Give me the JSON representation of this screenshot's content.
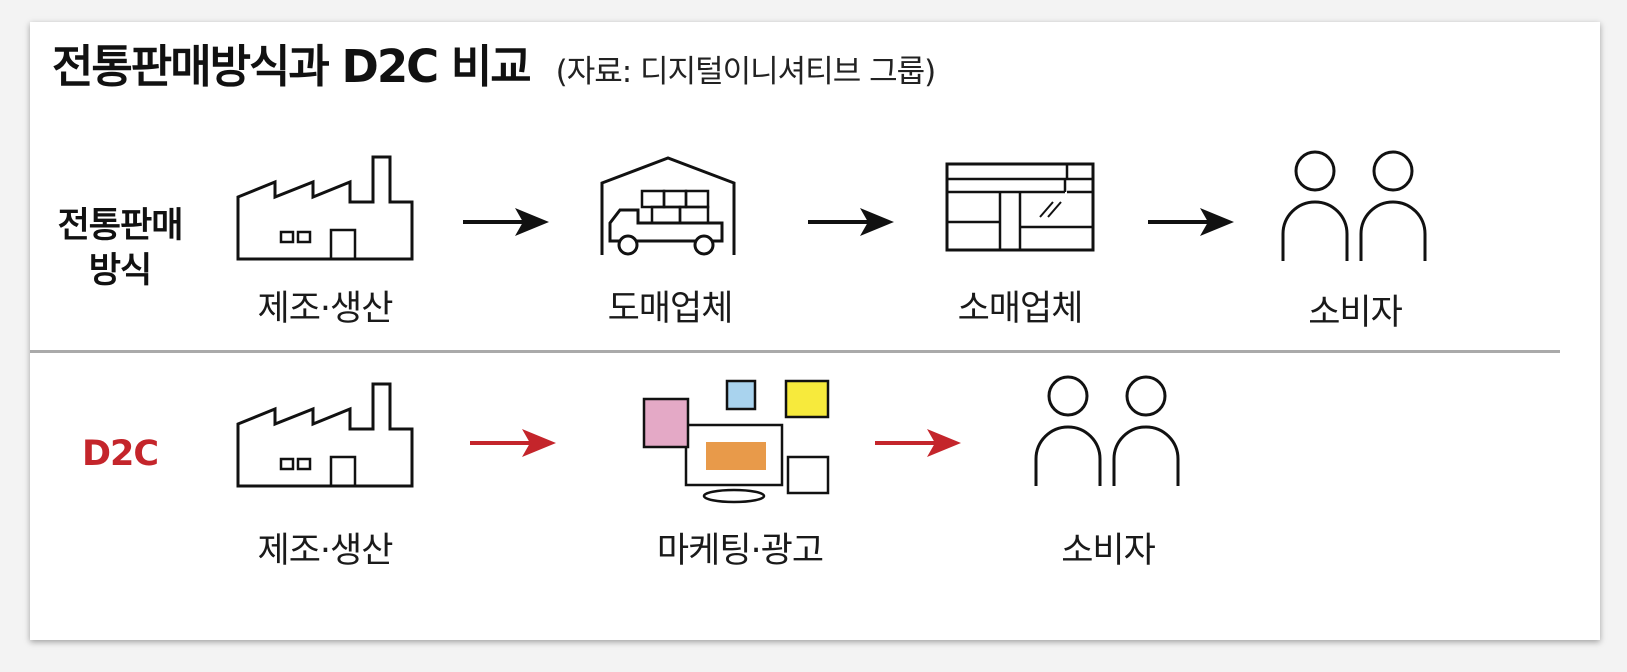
{
  "title": "전통판매방식과 D2C 비교",
  "source": "(자료: 디지털이니셔티브 그룹)",
  "traditional": {
    "label_line1": "전통판매",
    "label_line2": "방식",
    "steps": [
      "제조·생산",
      "도매업체",
      "소매업체",
      "소비자"
    ]
  },
  "d2c": {
    "label": "D2C",
    "steps": [
      "제조·생산",
      "마케팅·광고",
      "소비자"
    ]
  },
  "colors": {
    "d2c_red": "#c4252b",
    "traditional_arrow": "#111111",
    "pink": "#e4a9c6",
    "blue": "#a9d3ee",
    "yellow": "#f7ea3c",
    "orange": "#e89a4a"
  },
  "icons": [
    "factory-icon",
    "truck-warehouse-icon",
    "store-floorplan-icon",
    "people-icon",
    "marketing-screen-icon"
  ]
}
